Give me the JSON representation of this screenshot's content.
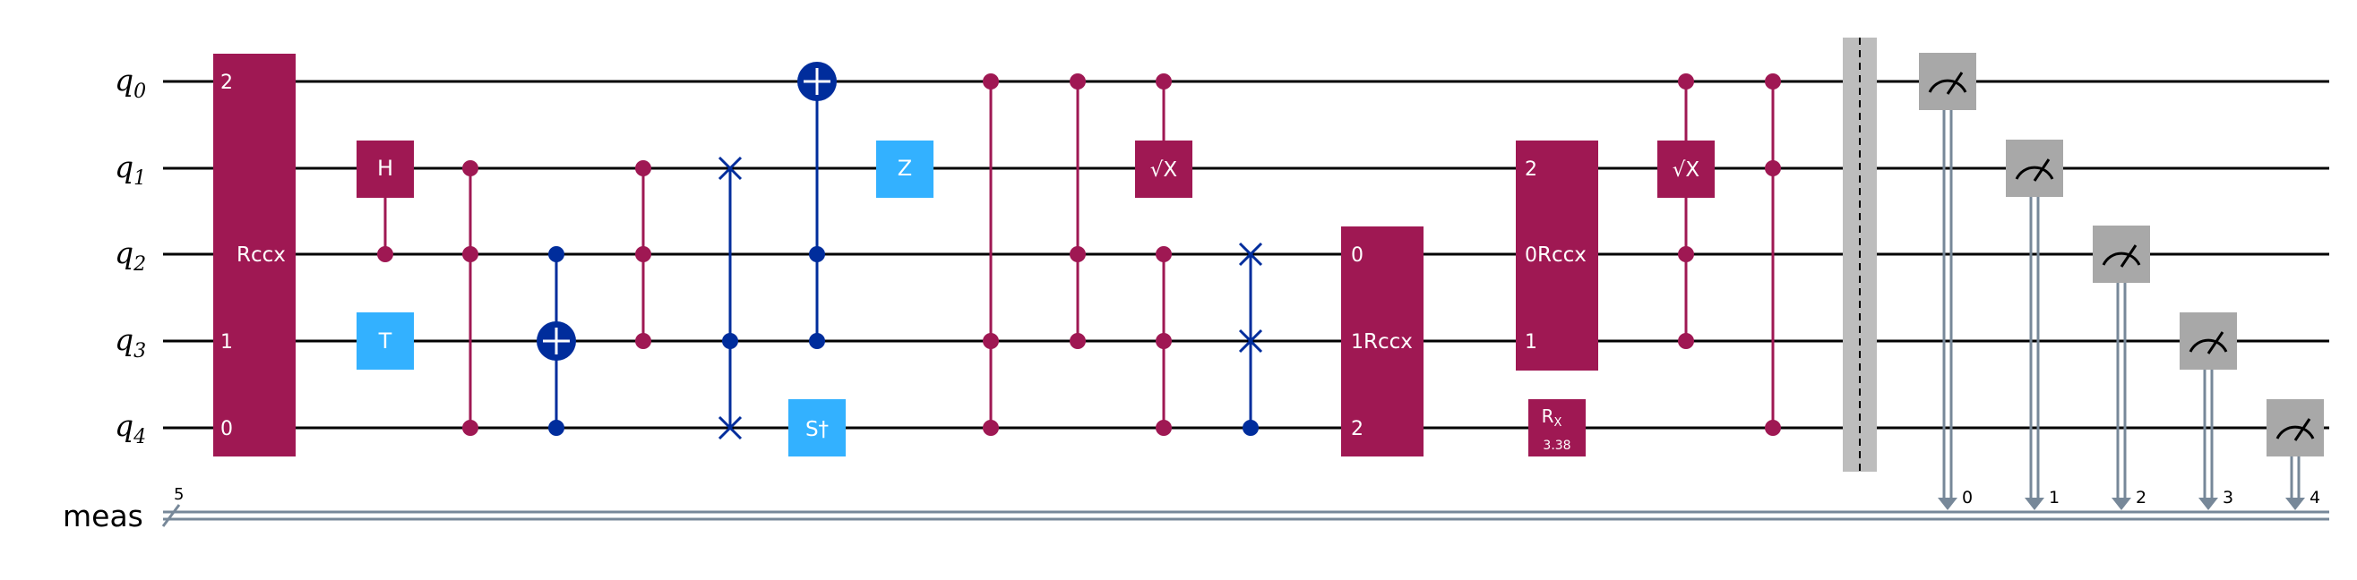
{
  "colors": {
    "wire": "#000000",
    "classical": "#778899",
    "magenta": "#9f1853",
    "cyan": "#33b1ff",
    "navy": "#002d9c",
    "measure": "#a8a8a8",
    "barrier": "#bdbdbd",
    "white": "#ffffff"
  },
  "qubits": [
    {
      "name": "q",
      "index": "0"
    },
    {
      "name": "q",
      "index": "1"
    },
    {
      "name": "q",
      "index": "2"
    },
    {
      "name": "q",
      "index": "3"
    },
    {
      "name": "q",
      "index": "4"
    }
  ],
  "classical_register": {
    "name": "meas",
    "size": "5"
  },
  "gates": {
    "rccx_main": {
      "label": "Rccx",
      "pins": {
        "q0": "2",
        "q3": "1",
        "q4": "0"
      }
    },
    "h": {
      "label": "H"
    },
    "t": {
      "label": "T"
    },
    "z": {
      "label": "Z"
    },
    "sdg": {
      "label": "S†"
    },
    "sx1": {
      "label": "√X"
    },
    "sx2": {
      "label": "√X"
    },
    "rccx_b": {
      "label": "Rccx",
      "pins": {
        "q2": "0",
        "q3": "1",
        "q4": "2"
      }
    },
    "rccx_c": {
      "label": "Rccx",
      "pins": {
        "q1": "2",
        "q2": "0",
        "q3": "1"
      }
    },
    "rx": {
      "label": "R",
      "sub": "X",
      "param": "3.38"
    }
  },
  "measurements": [
    {
      "qubit": 0,
      "clbit": "0"
    },
    {
      "qubit": 1,
      "clbit": "1"
    },
    {
      "qubit": 2,
      "clbit": "2"
    },
    {
      "qubit": 3,
      "clbit": "3"
    },
    {
      "qubit": 4,
      "clbit": "4"
    }
  ]
}
